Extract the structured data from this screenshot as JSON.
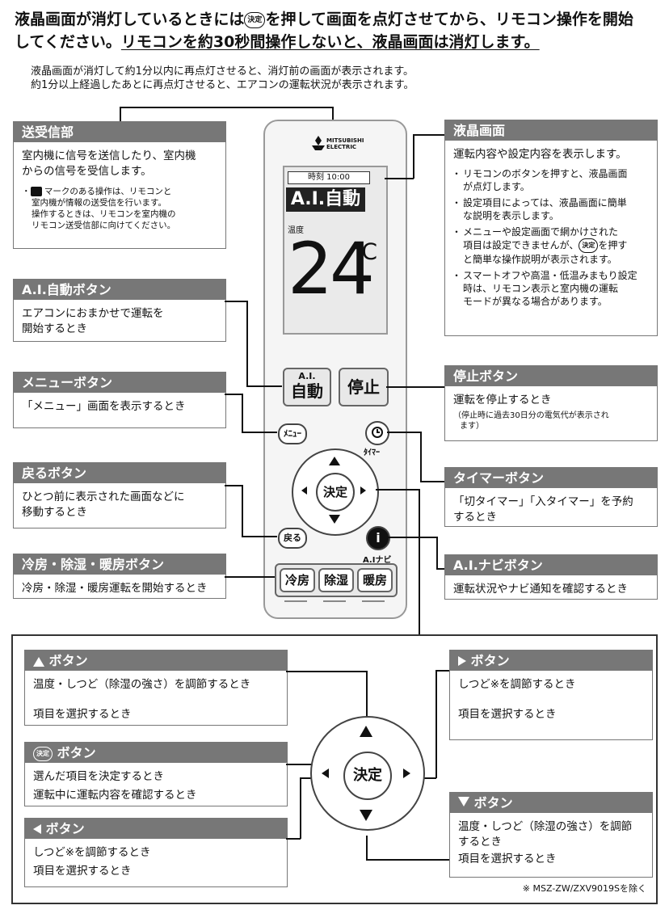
{
  "intro": {
    "line1_a": "液晶画面が消灯しているときには",
    "decide_badge": "決定",
    "line1_b": "を押して画面を点灯させてから、リモコン操作を開始",
    "line2_a": "してください。",
    "line2_b": "リモコンを約30秒間操作しないと、液晶画面は消灯します。",
    "note1": "液晶画面が消灯して約1分以内に再点灯させると、消灯前の画面が表示されます。",
    "note2": "約1分以上経過したあとに再点灯させると、エアコンの運転状況が表示されます。"
  },
  "panels": {
    "sojushin": {
      "title": "送受信部",
      "body1": "室内機に信号を送信したり、室内機",
      "body2": "からの信号を受信します。",
      "note1": "マークのある操作は、リモコンと",
      "note2": "室内機が情報の送受信を行います。",
      "note3": "操作するときは、リモコンを室内機の",
      "note4": "リモコン送受信部に向けてください。"
    },
    "ekisho": {
      "title": "液晶画面",
      "body": "運転内容や設定内容を表示します。",
      "b1a": "リモコンのボタンを押すと、液晶画面",
      "b1b": "が点灯します。",
      "b2a": "設定項目によっては、液晶画面に簡単",
      "b2b": "な説明を表示します。",
      "b3a": "メニューや設定画面で網かけされた",
      "b3b": "項目は設定できませんが、",
      "b3c": "を押す",
      "b3d": "と簡単な操作説明が表示されます。",
      "b4a": "スマートオフや高温・低温みまもり設定",
      "b4b": "時は、リモコン表示と室内機の運転",
      "b4c": "モードが異なる場合があります。"
    },
    "ai_auto": {
      "title": "A.I.自動ボタン",
      "body1": "エアコンにおまかせで運転を",
      "body2": "開始するとき"
    },
    "menu": {
      "title": "メニューボタン",
      "body": "「メニュー」画面を表示するとき"
    },
    "stop": {
      "title": "停止ボタン",
      "body": "運転を停止するとき",
      "note1": "（停止時に過去30日分の電気代が表示され",
      "note2": "ます）"
    },
    "back": {
      "title": "戻るボタン",
      "body1": "ひとつ前に表示された画面などに",
      "body2": "移動するとき"
    },
    "timer": {
      "title": "タイマーボタン",
      "body1": "「切タイマー」「入タイマー」を予約",
      "body2": "するとき"
    },
    "mode": {
      "title": "冷房・除湿・暖房ボタン",
      "body": "冷房・除湿・暖房運転を開始するとき"
    },
    "ainavi": {
      "title": "A.I.ナビボタン",
      "body": "運転状況やナビ通知を確認するとき"
    },
    "up": {
      "title": "ボタン",
      "body1": "温度・しつど（除湿の強さ）を調節するとき",
      "body2": "項目を選択するとき"
    },
    "right": {
      "title": "ボタン",
      "body1": "しつど※を調節するとき",
      "body2": "項目を選択するとき"
    },
    "decide": {
      "title": "ボタン",
      "body1": "選んだ項目を決定するとき",
      "body2": "運転中に運転内容を確認するとき"
    },
    "left": {
      "title": "ボタン",
      "body1": "しつど※を調節するとき",
      "body2": "項目を選択するとき"
    },
    "down": {
      "title": "ボタン",
      "body1": "温度・しつど（除湿の強さ）を調節",
      "body2": "するとき",
      "body3": "項目を選択するとき"
    }
  },
  "remote": {
    "brand1": "MITSUBISHI",
    "brand2": "ELECTRIC",
    "lcd_time": "時刻 10:00",
    "lcd_mode": "A.I.自動",
    "lcd_label": "温度",
    "lcd_temp": "24",
    "lcd_unit": "℃",
    "btn_ai_top": "A.I.",
    "btn_ai_bottom": "自動",
    "btn_stop": "停止",
    "btn_menu": "ﾒﾆｭｰ",
    "btn_timer_label": "ﾀｲﾏｰ",
    "btn_decide": "決定",
    "btn_back": "戻る",
    "btn_navi_label": "A.Iナビ",
    "btn_cool": "冷房",
    "btn_dry": "除湿",
    "btn_heat": "暖房"
  },
  "detail": {
    "decide": "決定"
  },
  "footer": "※ MSZ-ZW/ZXV9019Sを除く"
}
